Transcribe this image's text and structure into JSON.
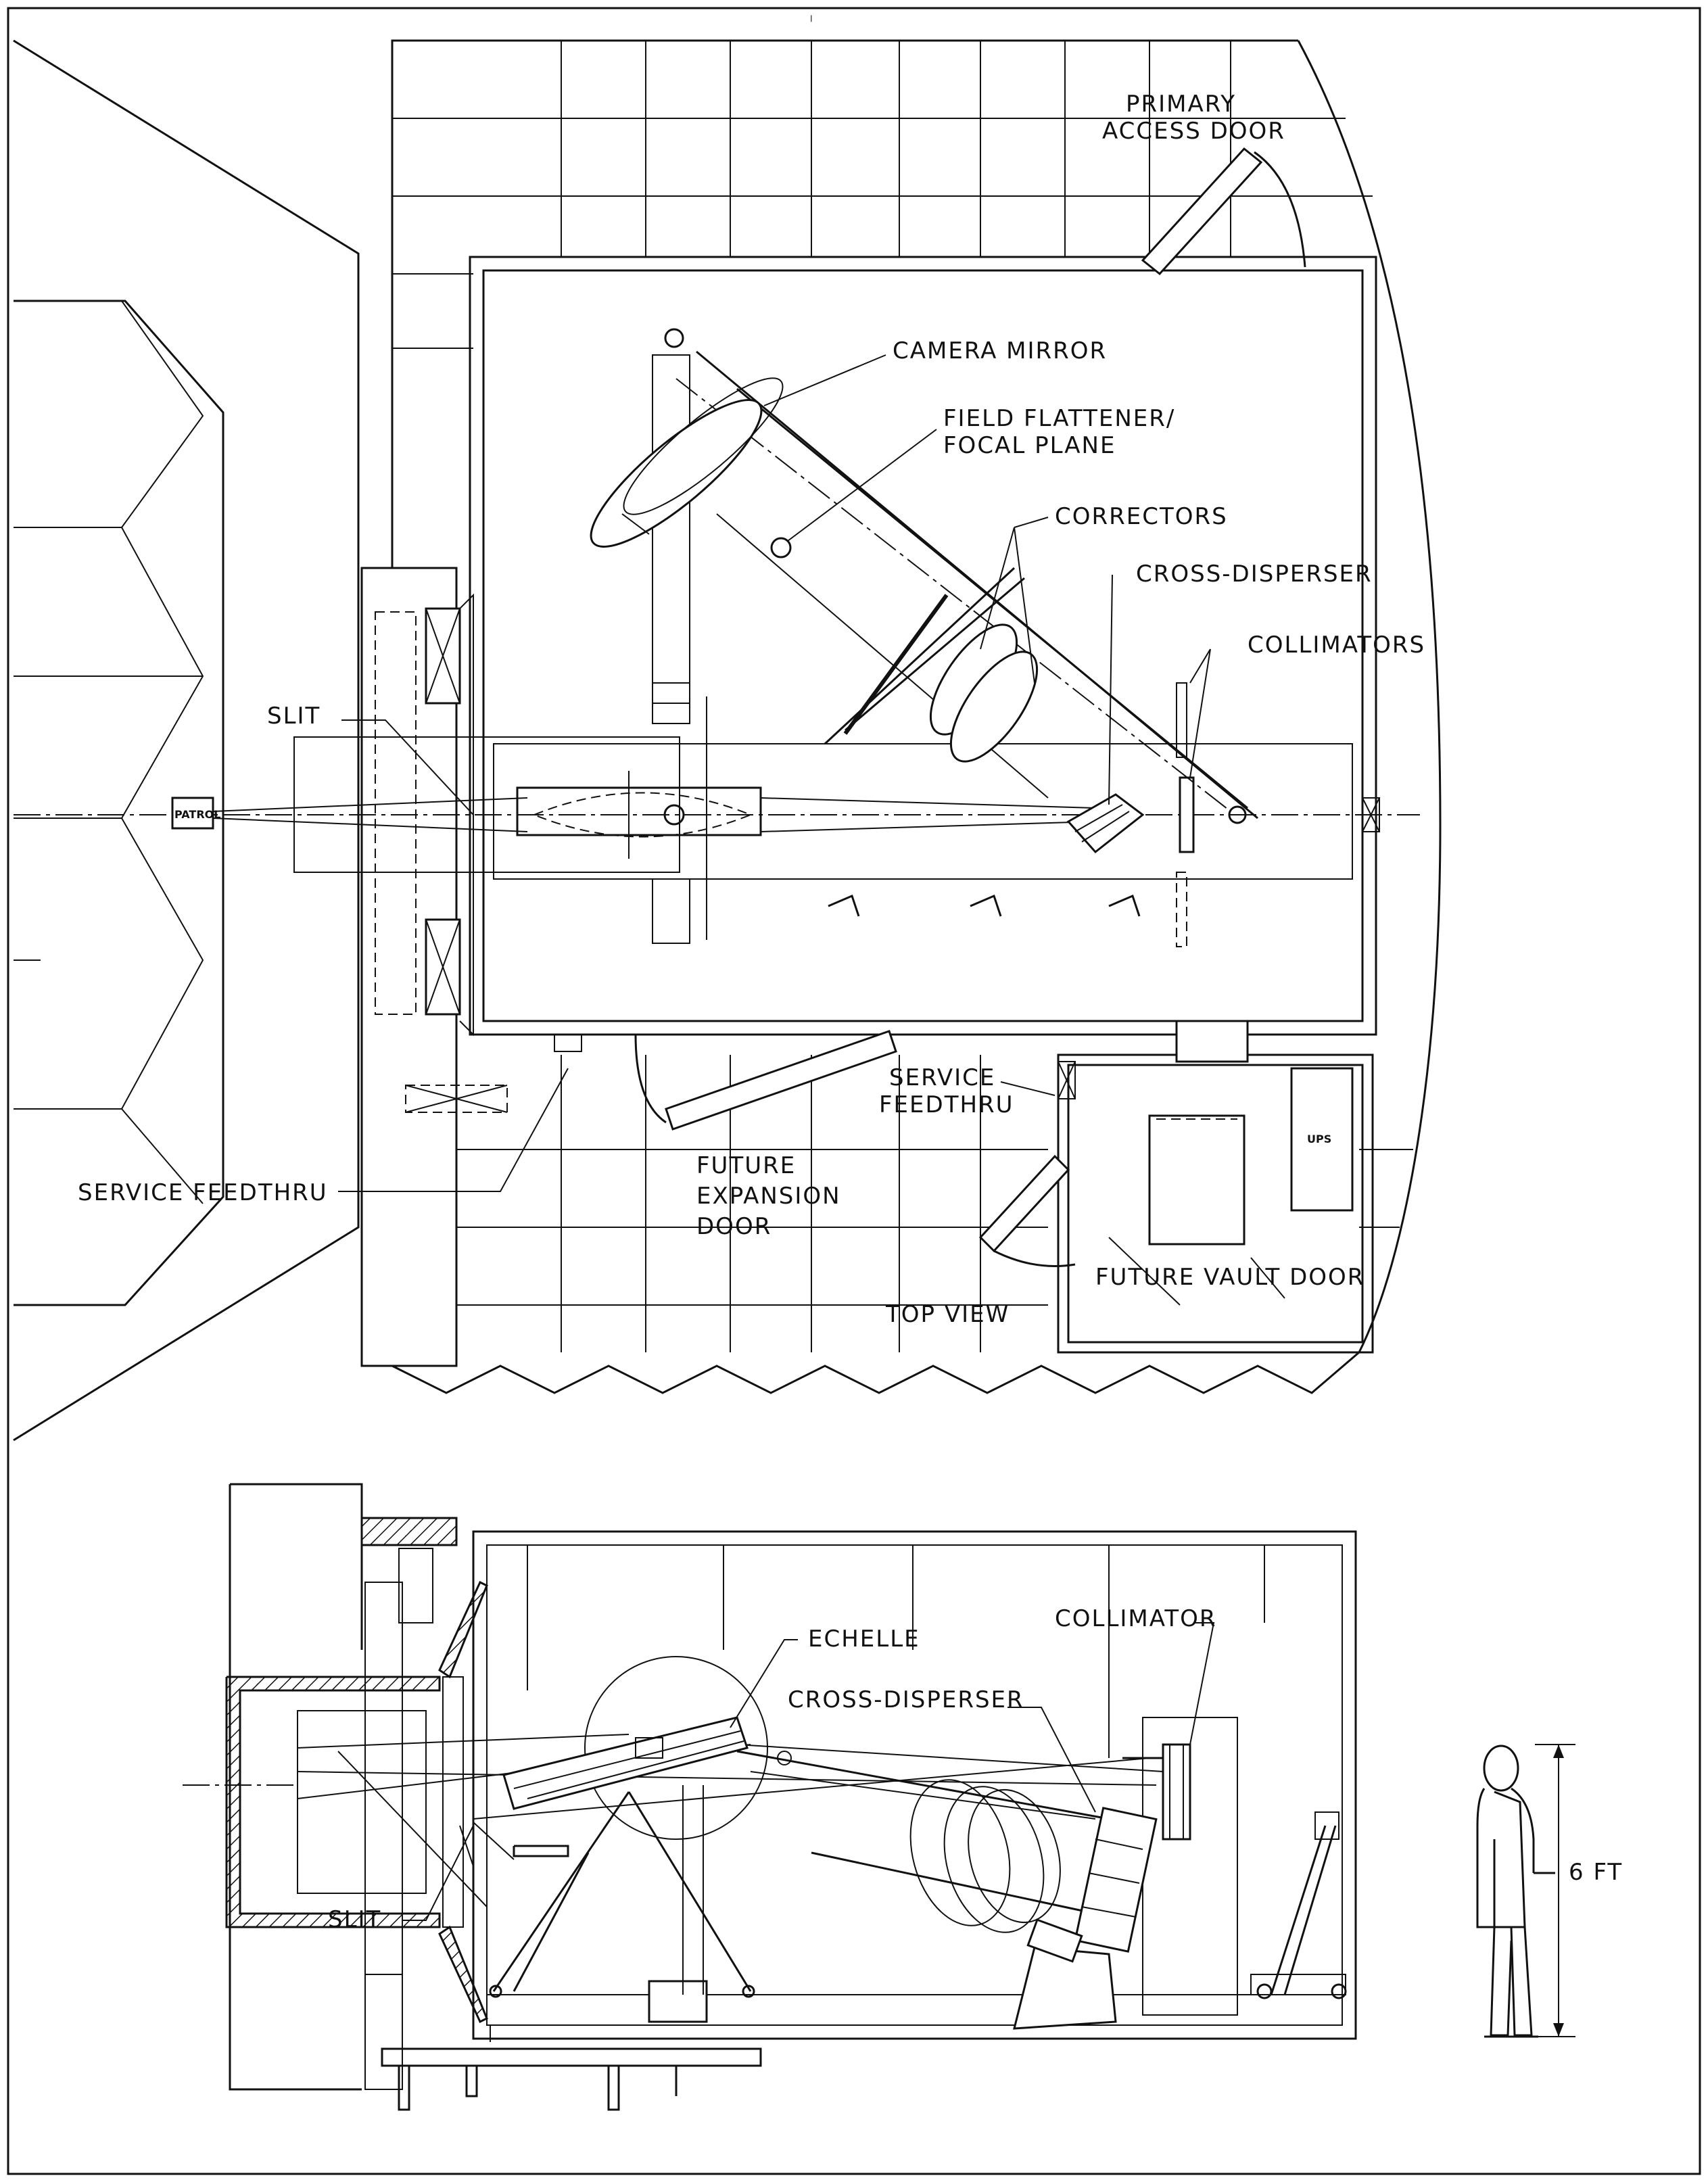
{
  "top_view": {
    "title": "TOP VIEW",
    "labels": {
      "primary_access_door": [
        "PRIMARY",
        "ACCESS DOOR"
      ],
      "camera_mirror": "CAMERA MIRROR",
      "field_flattener": [
        "FIELD FLATTENER/",
        "FOCAL PLANE"
      ],
      "correctors": "CORRECTORS",
      "cross_disperser": "CROSS-DISPERSER",
      "collimators": "COLLIMATORS",
      "slit": "SLIT",
      "service_feedthru_left": "SERVICE FEEDTHRU",
      "service_feedthru_right": [
        "SERVICE",
        "FEEDTHRU"
      ],
      "future_expansion_door": [
        "FUTURE",
        "EXPANSION",
        "DOOR"
      ],
      "future_vault_door": "FUTURE VAULT DOOR",
      "ups": "UPS",
      "small_box": "PATROL"
    }
  },
  "side_view": {
    "labels": {
      "echelle": "ECHELLE",
      "collimator": "COLLIMATOR",
      "cross_disperser": "CROSS-DISPERSER",
      "slit": "SLIT",
      "height_scale": "6 FT"
    }
  }
}
